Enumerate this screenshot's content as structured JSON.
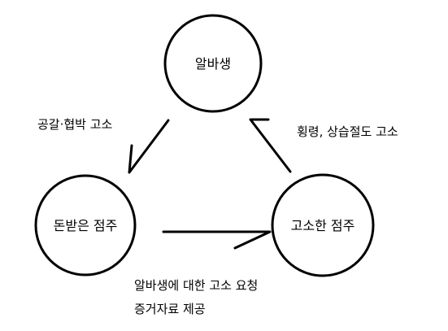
{
  "nodes": {
    "albasaeng": {
      "label": "알바생"
    },
    "paid_owner": {
      "label": "돈받은 점주"
    },
    "accusing_owner": {
      "label": "고소한 점주"
    }
  },
  "edges": {
    "threat": {
      "label": "공갈·협박 고소"
    },
    "embezzle": {
      "label": "횡령, 상습절도 고소"
    },
    "evidence": {
      "line1": "알바생에 대한 고소 요청",
      "line2": "증거자료 제공"
    }
  },
  "colors": {
    "stroke": "#000000",
    "background": "#ffffff",
    "text": "#000000"
  }
}
